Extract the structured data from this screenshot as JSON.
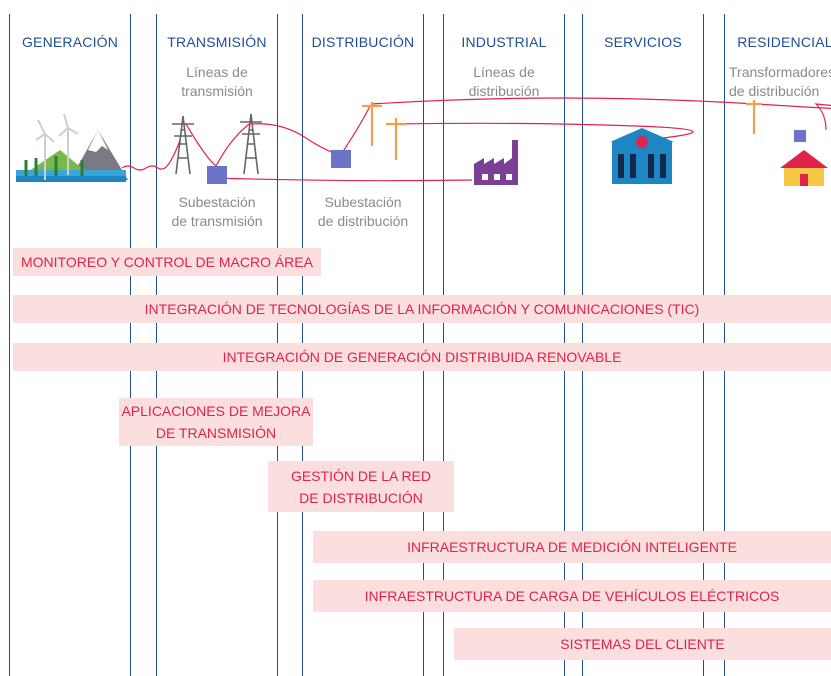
{
  "columns": [
    "GENERACIÓN",
    "TRANSMISIÓN",
    "DISTRIBUCIÓN",
    "INDUSTRIAL",
    "SERVICIOS",
    "RESIDENCIAL"
  ],
  "labels": {
    "lineas_transmision": [
      "Líneas de",
      "transmisión"
    ],
    "subestacion_transmision": [
      "Subestación",
      "de transmisión"
    ],
    "subestacion_distribucion": [
      "Subestación",
      "de distribución"
    ],
    "lineas_distribucion": [
      "Líneas de",
      "distribución"
    ],
    "transformadores": [
      "Transformadores",
      "de distribución"
    ]
  },
  "bands": [
    "MONITOREO Y CONTROL DE MACRO ÁREA",
    "INTEGRACIÓN DE TECNOLOGÍAS DE LA INFORMACIÓN Y COMUNICACIONES (TIC)",
    "INTEGRACIÓN DE GENERACIÓN DISTRIBUIDA RENOVABLE",
    [
      "APLICACIONES DE MEJORA",
      "DE TRANSMISIÓN"
    ],
    [
      "GESTIÓN DE LA RED",
      "DE DISTRIBUCIÓN"
    ],
    "INFRAESTRUCTURA DE MEDICIÓN INTELIGENTE",
    "INFRAESTRUCTURA DE CARGA DE VEHÍCULOS ELÉCTRICOS",
    "SISTEMAS DEL CLIENTE"
  ],
  "colors": {
    "column_border": "#1f4e96",
    "band_bg": "#fadfde",
    "band_text": "#e0234a",
    "wire": "#e0234a",
    "substation": "#6a73c6",
    "utility_pole": "#f0a04b"
  }
}
